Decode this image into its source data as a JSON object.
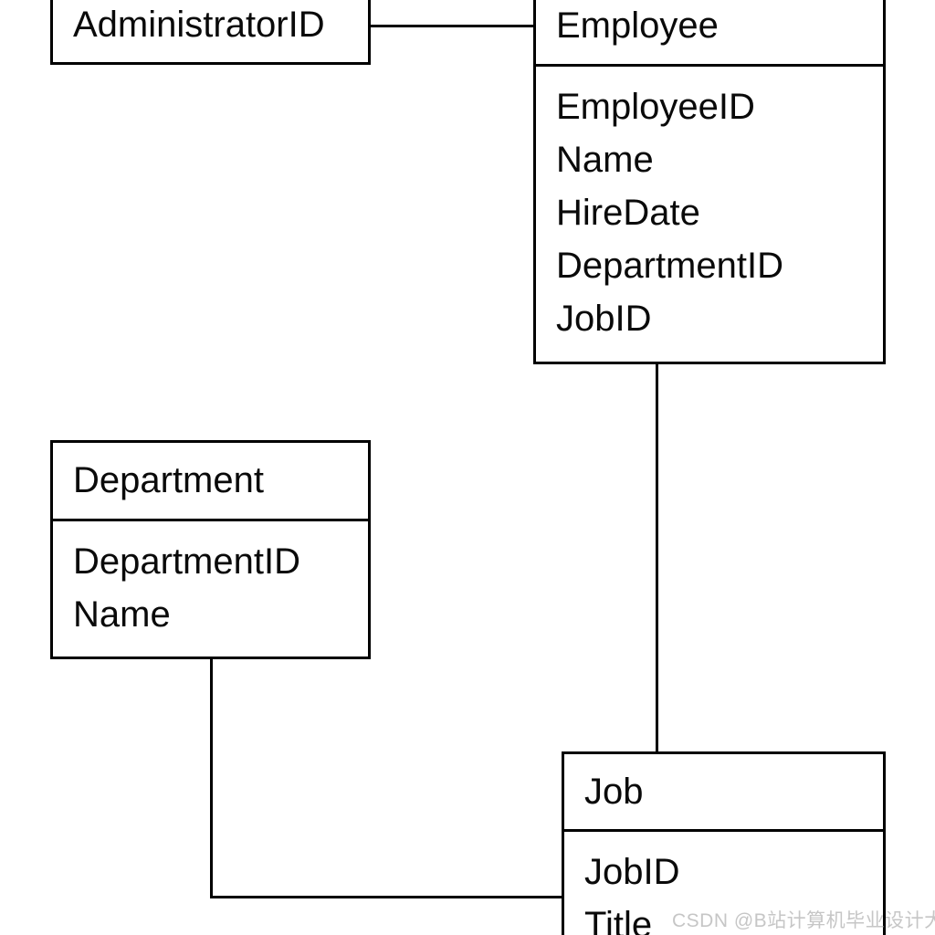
{
  "diagram": {
    "type": "er-diagram",
    "entities": [
      {
        "name": "AdministratorID",
        "attributes": []
      },
      {
        "name": "Employee",
        "attributes": [
          "EmployeeID",
          "Name",
          "HireDate",
          "DepartmentID",
          "JobID"
        ]
      },
      {
        "name": "Department",
        "attributes": [
          "DepartmentID",
          "Name"
        ]
      },
      {
        "name": "Job",
        "attributes": [
          "JobID",
          "Title"
        ]
      }
    ],
    "relationships": [
      {
        "from": "AdministratorID",
        "to": "Employee"
      },
      {
        "from": "Employee",
        "to": "Job"
      },
      {
        "from": "Department",
        "to": "Job"
      }
    ],
    "colors": {
      "line": "#000000",
      "text": "#0a0a0a",
      "background": "#ffffff"
    }
  },
  "watermark": {
    "text": "CSDN @B站计算机毕业设计大学",
    "color": "#c6c6c6"
  }
}
